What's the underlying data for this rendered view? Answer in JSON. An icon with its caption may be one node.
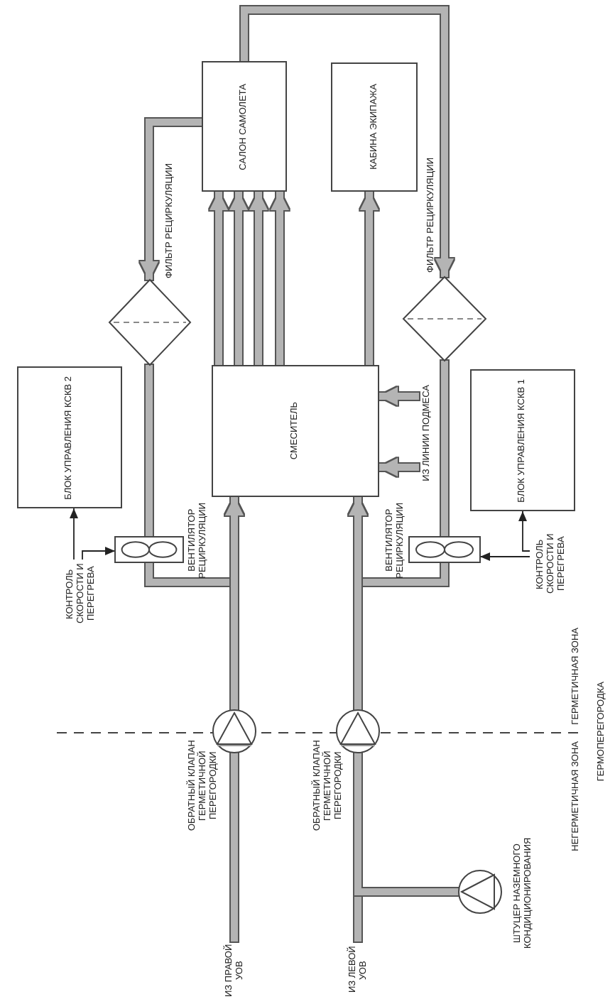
{
  "diagram": {
    "nodes": [
      {
        "text": [
          "САЛОН САМОЛЕТА"
        ]
      },
      {
        "text": [
          "КАБИНА ЭКИПАЖА"
        ]
      },
      {
        "text": [],
        "shape": "diamond",
        "beside": [
          "ФИЛЬТР РЕЦИРКУЛЯЦИИ"
        ]
      },
      {
        "text": [],
        "shape": "diamond",
        "beside": [
          "ФИЛЬТР РЕЦИРКУЛЯЦИИ"
        ]
      },
      {
        "text": [
          "БЛОК УПРАВЛЕНИЯ КСКВ 2"
        ]
      },
      {
        "text": [
          "СМЕСИТЕЛЬ"
        ]
      },
      {
        "text": [
          "БЛОК УПРАВЛЕНИЯ КСКВ 1"
        ]
      },
      {
        "text": [],
        "shape": "box",
        "beside": [
          "ВЕНТИЛЯТОР РЕЦИРКУЛЯЦИИ"
        ]
      },
      {
        "text": [],
        "shape": "box",
        "beside": [
          "ВЕНТИЛЯТОР РЕЦИРКУЛЯЦИИ"
        ]
      },
      {
        "text": [
          "КОНТРОЛЬ СКОРОСТИ И ПЕРЕГРЕВА"
        ]
      },
      {
        "text": [
          "КОНТРОЛЬ СКОРОСТИ И ПЕРЕГРЕВА"
        ]
      },
      {
        "text": [
          "ИЗ ЛИНИИ ПОДМЕСА"
        ]
      },
      {
        "text": [],
        "shape": "circle",
        "beside": [
          "ОБРАТНЫЙ КЛАПАН ГЕРМЕТИЧНОЙ ПЕРЕГОРОДКИ"
        ]
      },
      {
        "text": [],
        "shape": "circle",
        "beside": [
          "ОБРАТНЫЙ КЛАПАН ГЕРМЕТИЧНОЙ ПЕРЕГОРОДКИ"
        ]
      },
      {
        "text": [
          "ИЗ ПРАВОЙ УОВ"
        ]
      },
      {
        "text": [
          "ИЗ ЛЕВОЙ УОВ"
        ]
      },
      {
        "text": [],
        "shape": "circle",
        "beside": [
          "ШТУЦЕР НАЗЕМНОГО КОНДИЦИОНИРОВАНИЯ"
        ]
      }
    ],
    "edges": [
      {
        "from": 5,
        "to": 0,
        "arrow": "to"
      },
      {
        "from": 5,
        "to": 0,
        "arrow": "to"
      },
      {
        "from": 5,
        "to": 0,
        "arrow": "to"
      },
      {
        "from": 5,
        "to": 0,
        "arrow": "to"
      },
      {
        "from": 5,
        "to": 1,
        "arrow": "to"
      },
      {
        "from": 0,
        "to": 2,
        "arrow": "to"
      },
      {
        "from": 0,
        "to": 3,
        "arrow": "to"
      },
      {
        "from": 2,
        "to": 7,
        "arrow": "none"
      },
      {
        "from": 3,
        "to": 8,
        "arrow": "none"
      },
      {
        "from": 7,
        "to": 5,
        "arrow": "to"
      },
      {
        "from": 8,
        "to": 5,
        "arrow": "to"
      },
      {
        "from": 12,
        "to": 5,
        "arrow": "to"
      },
      {
        "from": 13,
        "to": 5,
        "arrow": "to"
      },
      {
        "from": 14,
        "to": 12,
        "arrow": "none"
      },
      {
        "from": 15,
        "to": 13,
        "arrow": "none"
      },
      {
        "from": 16,
        "to": 13,
        "arrow": "none"
      },
      {
        "from": 11,
        "to": 5,
        "arrow": "to"
      },
      {
        "from": 11,
        "to": 5,
        "arrow": "to"
      },
      {
        "from": 9,
        "to": 4,
        "arrow": "to",
        "color": "#222222"
      },
      {
        "from": 9,
        "to": 7,
        "arrow": "to",
        "color": "#222222"
      },
      {
        "from": 10,
        "to": 6,
        "arrow": "to",
        "color": "#222222"
      },
      {
        "from": 10,
        "to": 8,
        "arrow": "to",
        "color": "#222222"
      }
    ],
    "labels": [
      "ГЕРМЕТИЧНАЯ ЗОНА",
      "НЕГЕРМЕТИЧНАЯ ЗОНА",
      "ГЕРМОПЕРЕГОРОДКА"
    ]
  }
}
